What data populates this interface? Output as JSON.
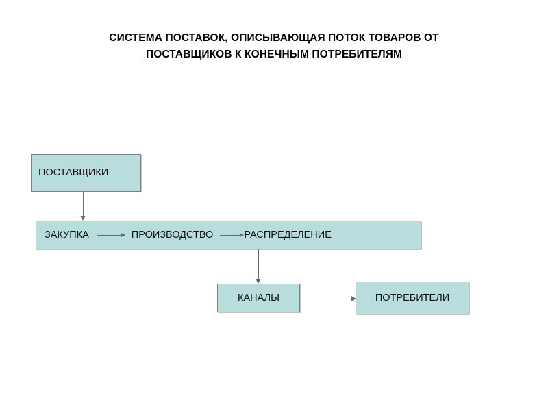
{
  "slide": {
    "title": "СИСТЕМА ПОСТАВОК, ОПИСЫВАЮЩАЯ ПОТОК ТОВАРОВ ОТ\nПОСТАВЩИКОВ К КОНЕЧНЫМ ПОТРЕБИТЕЛЯМ",
    "background_color": "#ffffff"
  },
  "theme": {
    "node_fill": "#b9dcdc",
    "node_border": "#808080",
    "connector_color": "#6b6b6b",
    "text_color": "#111111",
    "title_color": "#000000"
  },
  "diagram": {
    "type": "flow",
    "nodes": [
      {
        "id": "suppliers",
        "label": "ПОСТАВЩИКИ"
      },
      {
        "id": "purchase",
        "label": "ЗАКУПКА"
      },
      {
        "id": "production",
        "label": "ПРОИЗВОДСТВО"
      },
      {
        "id": "distribution",
        "label": "РАСПРЕДЕЛЕНИЕ"
      },
      {
        "id": "channels",
        "label": "КАНАЛЫ"
      },
      {
        "id": "consumers",
        "label": "ПОТРЕБИТЕЛИ"
      }
    ],
    "edges": [
      {
        "from": "suppliers",
        "to": "purchase",
        "direction": "down"
      },
      {
        "from": "purchase",
        "to": "production",
        "direction": "right"
      },
      {
        "from": "production",
        "to": "distribution",
        "direction": "right"
      },
      {
        "from": "distribution",
        "to": "channels",
        "direction": "down"
      },
      {
        "from": "channels",
        "to": "consumers",
        "direction": "right"
      }
    ]
  }
}
